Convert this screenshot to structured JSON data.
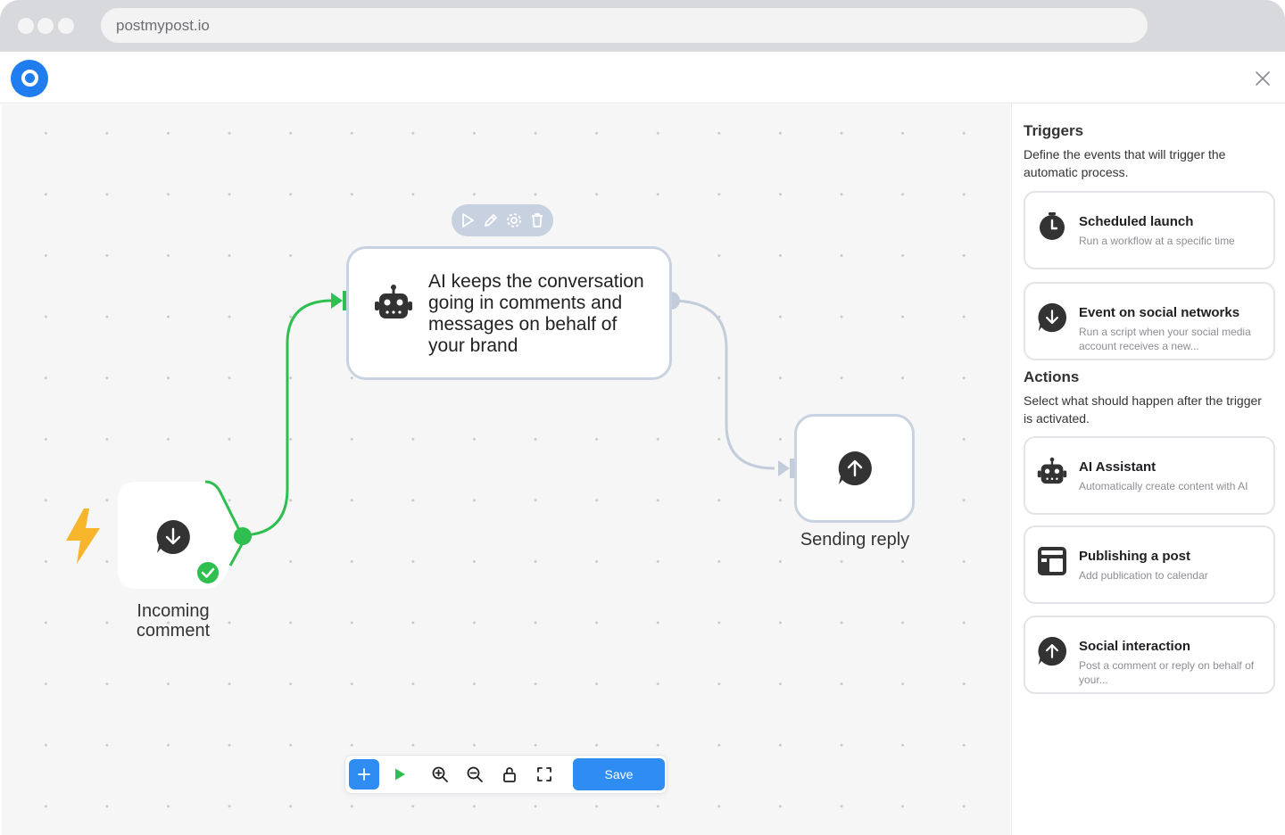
{
  "browser": {
    "url": "postmypost.io"
  },
  "canvas": {
    "nodes": {
      "ai": {
        "text": "AI keeps the conversation going in comments and messages on behalf of your brand"
      },
      "incoming": {
        "label": "Incoming comment"
      },
      "reply": {
        "label": "Sending reply"
      }
    },
    "node_toolbar": {
      "icons": [
        "play-icon",
        "pencil-icon",
        "gear-icon",
        "trash-icon"
      ]
    },
    "toolbar": {
      "save_label": "Save",
      "icons": [
        "plus-icon",
        "run-icon",
        "zoom-in-icon",
        "zoom-out-icon",
        "lock-icon",
        "fullscreen-icon"
      ]
    }
  },
  "sidebar": {
    "triggers": {
      "title": "Triggers",
      "description": "Define the events that will trigger the automatic process.",
      "items": [
        {
          "title": "Scheduled launch",
          "description": "Run a workflow at a specific time",
          "icon": "clock-icon"
        },
        {
          "title": "Event on social networks",
          "description": "Run a script when your social media account receives a new...",
          "icon": "download-chat-icon"
        }
      ]
    },
    "actions": {
      "title": "Actions",
      "description": "Select what should happen after the trigger is activated.",
      "items": [
        {
          "title": "AI Assistant",
          "description": "Automatically create content with AI",
          "icon": "robot-icon"
        },
        {
          "title": "Publishing a post",
          "description": "Add publication to calendar",
          "icon": "calendar-icon"
        },
        {
          "title": "Social interaction",
          "description": "Post a comment or reply on behalf of your...",
          "icon": "upload-chat-icon"
        }
      ]
    }
  },
  "colors": {
    "accent": "#2e8cf2",
    "success": "#2fbf4f",
    "connector_inactive": "#c2ccdb",
    "trigger_bolt": "#f7b52c"
  }
}
